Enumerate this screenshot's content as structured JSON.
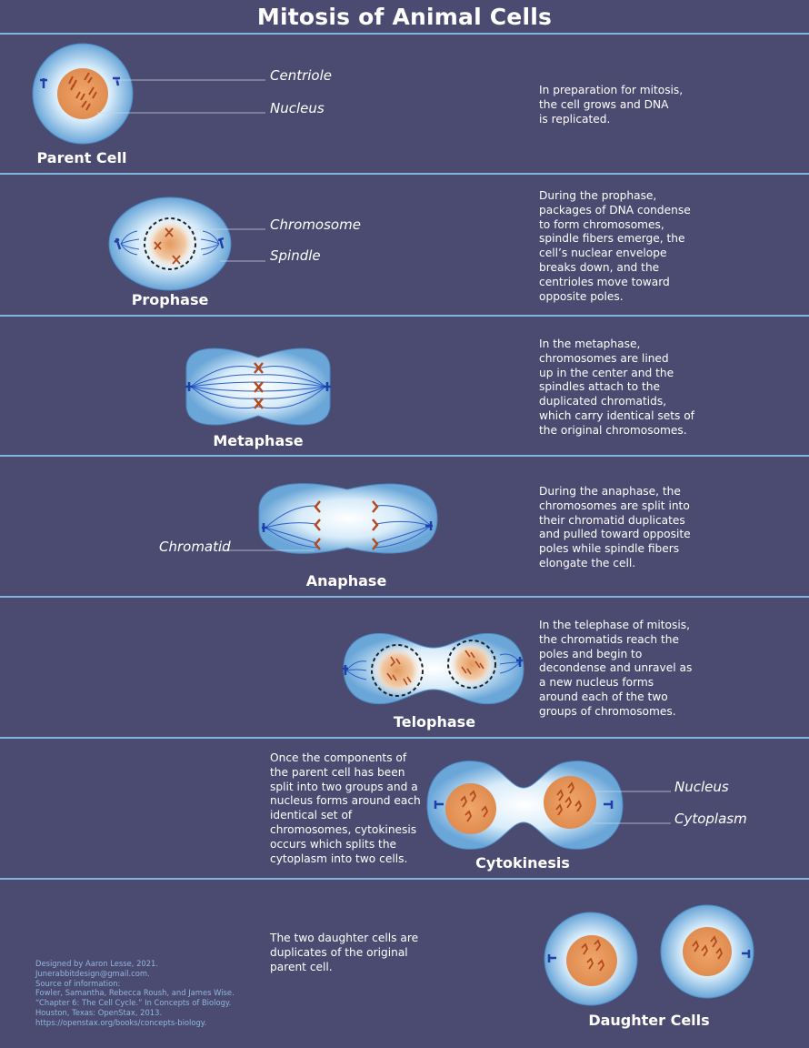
{
  "title": "Mitosis of Animal Cells",
  "stages": [
    {
      "name": "Parent Cell",
      "description": "In preparation for mitosis,\nthe cell grows and DNA\nis replicated."
    },
    {
      "name": "Prophase",
      "description": "During the prophase,\npackages of DNA condense\nto form chromosomes,\nspindle fibers emerge, the\ncell’s nuclear envelope\nbreaks down, and the\ncentrioles move toward\nopposite poles."
    },
    {
      "name": "Metaphase",
      "description": "In the metaphase,\nchromosomes are lined\nup in the center and the\nspindles attach to the\nduplicated chromatids,\nwhich carry identical sets of\nthe original chromosomes."
    },
    {
      "name": "Anaphase",
      "description": "During the anaphase, the\nchromosomes are split into\ntheir chromatid duplicates\nand pulled toward opposite\npoles while spindle fibers\nelongate the cell."
    },
    {
      "name": "Telophase",
      "description": "In the telephase of mitosis,\nthe chromatids reach the\npoles and begin to\ndecondense and unravel as\na new nucleus forms\naround each of the two\ngroups of chromosomes."
    },
    {
      "name": "Cytokinesis",
      "description": "Once the components of\nthe parent cell has been\nsplit into two groups and a\nnucleus forms around each\nidentical set of\nchromosomes, cytokinesis\noccurs which splits the\ncytoplasm into two cells."
    },
    {
      "name": "Daughter Cells",
      "description": "The two daughter cells are\nduplicates of the original\nparent cell."
    }
  ],
  "labels": {
    "centriole": "Centriole",
    "nucleus": "Nucleus",
    "chromosome": "Chromosome",
    "spindle": "Spindle",
    "chromatid": "Chromatid",
    "nucleus2": "Nucleus",
    "cytoplasm": "Cytoplasm"
  },
  "credits": "Designed by Aaron Lesse, 2021.\nJunerabbitdesign@gmail.com.\nSource of information:\nFowler, Samantha, Rebecca Roush, and James Wise.\n“Chapter 6: The Cell Cycle.” In Concepts of Biology.\nHouston, Texas: OpenStax, 2013.\nhttps://openstax.org/books/concepts-biology.",
  "colors": {
    "background": "#4b4a70",
    "divider": "#7eb6dc",
    "cell_edge": "#6aa6d8",
    "cell_center": "#ffffff",
    "nucleus": "#e59a5e",
    "chromosome": "#b4491d",
    "centriole": "#1f3fa8",
    "spindle": "#2f5fc8"
  }
}
